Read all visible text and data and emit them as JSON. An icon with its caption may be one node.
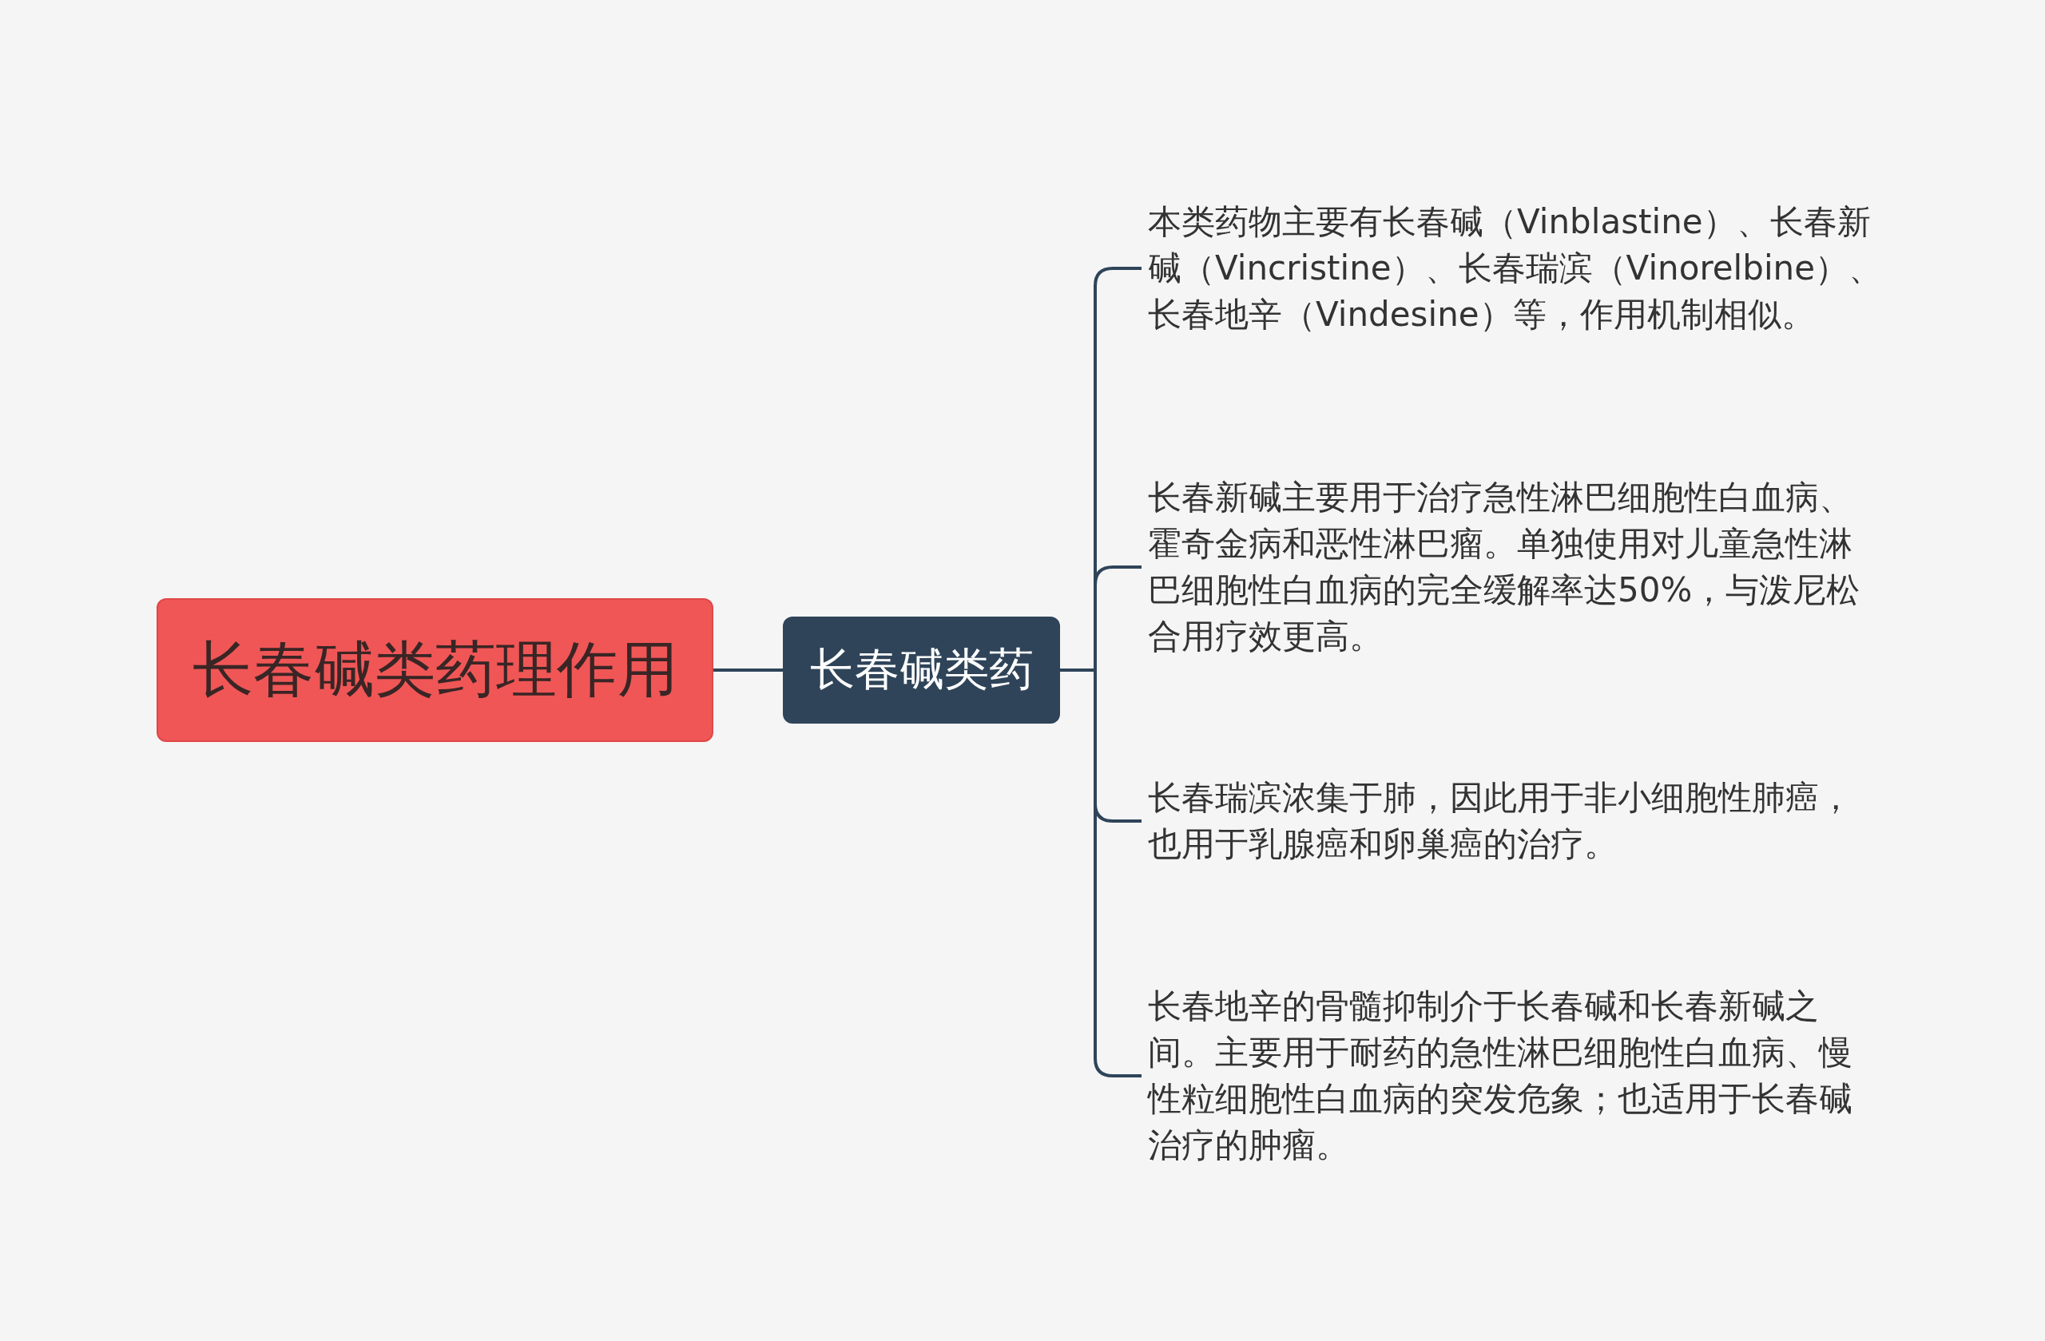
{
  "diagram": {
    "nodes": [
      {
        "text": [
          "长春碱类药理作用"
        ]
      },
      {
        "text": [
          "长春碱类药"
        ]
      },
      {
        "text": [
          "本类药物主要有长春碱（Vinblastine）、长春新碱（Vincristine）、长春瑞滨（Vinorelbine）、长春地辛（Vindesine）等，作用机制相似。"
        ]
      },
      {
        "text": [
          "长春新碱主要用于治疗急性淋巴细胞性白血病、霍奇金病和恶性淋巴瘤。单独使用对儿童急性淋巴细胞性白血病的完全缓解率达50%，与泼尼松合用疗效更高。"
        ]
      },
      {
        "text": [
          "长春瑞滨浓集于肺，因此用于非小细胞性肺癌，也用于乳腺癌和卵巢癌的治疗。"
        ]
      },
      {
        "text": [
          "长春地辛的骨髓抑制介于长春碱和长春新碱之间。主要用于耐药的急性淋巴细胞性白血病、慢性粒细胞性白血病的突发危象；也适用于长春碱治疗的肿瘤。"
        ]
      }
    ],
    "edges": [
      {
        "from": 0,
        "to": 1,
        "arrow": "none"
      },
      {
        "from": 1,
        "to": 2,
        "arrow": "none"
      },
      {
        "from": 1,
        "to": 3,
        "arrow": "none"
      },
      {
        "from": 1,
        "to": 4,
        "arrow": "none"
      },
      {
        "from": 1,
        "to": 5,
        "arrow": "none"
      }
    ]
  }
}
